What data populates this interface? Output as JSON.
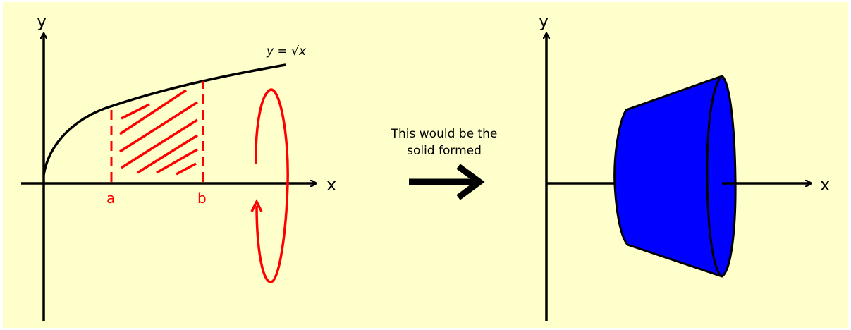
{
  "colors": {
    "background": "#ffffcc",
    "axis": "#000000",
    "region": "#ff0000",
    "solid_fill": "#0000ff",
    "solid_stroke": "#000000"
  },
  "left_graph": {
    "y_axis_label": "y",
    "x_axis_label": "x",
    "curve_label": "y = √x",
    "bound_a_label": "a",
    "bound_b_label": "b",
    "rotation_icon": "rotation-arrow-icon"
  },
  "caption": {
    "line1": "This would be the",
    "line2": "solid formed"
  },
  "arrow_icon": "right-arrow-icon",
  "right_graph": {
    "y_axis_label": "y",
    "x_axis_label": "x",
    "solid_icon": "frustum-solid-icon"
  }
}
